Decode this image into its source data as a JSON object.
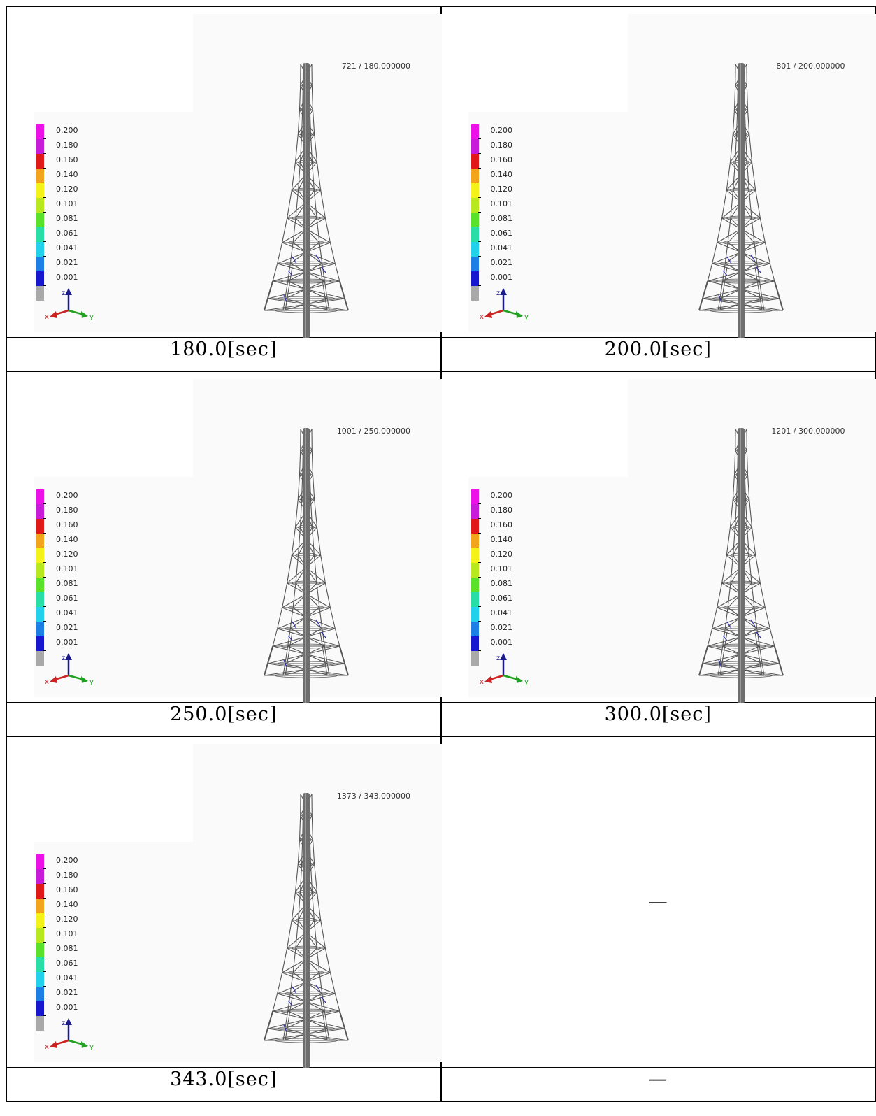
{
  "legend": {
    "labels": [
      "0.200",
      "0.180",
      "0.160",
      "0.140",
      "0.120",
      "0.101",
      "0.081",
      "0.061",
      "0.041",
      "0.021",
      "0.001"
    ],
    "colors": [
      "#ee10e8",
      "#c81ad9",
      "#e01818",
      "#f2a51a",
      "#f5f21a",
      "#b8e81e",
      "#5ae22a",
      "#27dfa6",
      "#22d2ec",
      "#1b7fe6",
      "#1717cf",
      "#a9a9a9"
    ]
  },
  "axes": {
    "x": "x",
    "y": "y",
    "z": "z"
  },
  "panels": [
    {
      "stamp": "721 / 180.000000",
      "caption": "180.0[sec]"
    },
    {
      "stamp": "801 / 200.000000",
      "caption": "200.0[sec]"
    },
    {
      "stamp": "1001 / 250.000000",
      "caption": "250.0[sec]"
    },
    {
      "stamp": "1201 / 300.000000",
      "caption": "300.0[sec]"
    },
    {
      "stamp": "1373 / 343.000000",
      "caption": "343.0[sec]"
    }
  ],
  "empty": {
    "image_dash": "—",
    "caption_dash": "—"
  }
}
